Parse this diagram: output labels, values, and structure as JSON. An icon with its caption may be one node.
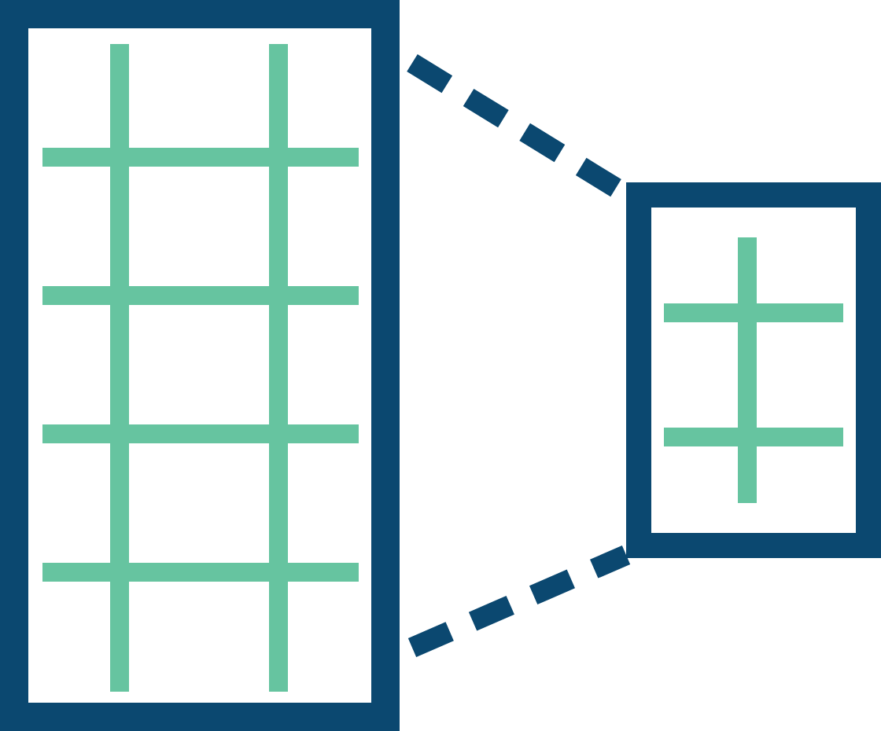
{
  "diagram": {
    "nodes": [
      {
        "text": [],
        "shape": "box"
      },
      {
        "text": [],
        "shape": "box"
      }
    ],
    "edges": [
      {
        "from": 0,
        "to": 1,
        "arrow": "none",
        "style": "dashed"
      },
      {
        "from": 0,
        "to": 1,
        "arrow": "none",
        "style": "dashed"
      }
    ]
  }
}
